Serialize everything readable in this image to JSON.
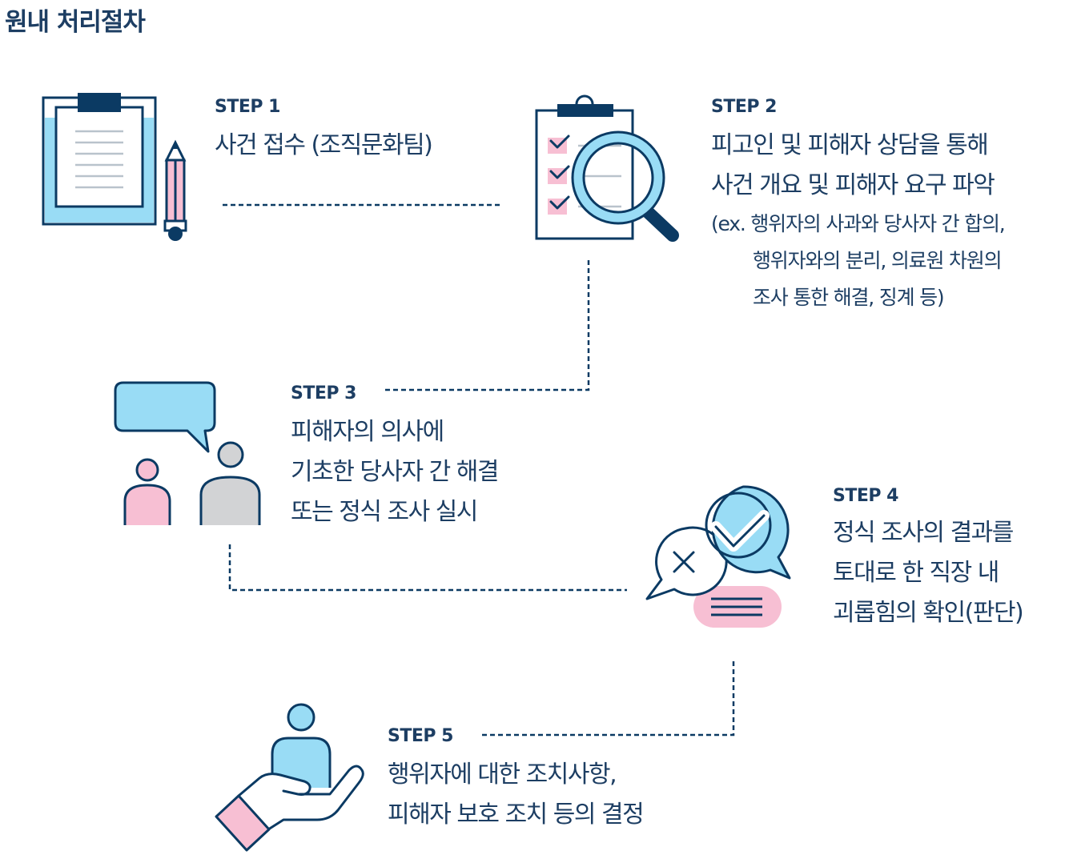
{
  "title": "원내 처리절차",
  "colors": {
    "navy": "#0b3a63",
    "light_blue": "#99dcf5",
    "pink": "#f7bfd3",
    "gray": "#d2d3d5"
  },
  "steps": [
    {
      "label": "STEP 1",
      "lines": [
        "사건 접수 (조직문화팀)"
      ],
      "icon": "clipboard-pencil-icon"
    },
    {
      "label": "STEP 2",
      "lines": [
        "피고인 및 피해자 상담을 통해",
        "사건 개요 및 피해자 요구 파악"
      ],
      "sub_lines": [
        "(ex. 행위자의 사과와 당사자 간 합의,",
        "행위자와의 분리, 의료원 차원의",
        "조사 통한 해결, 징계 등)"
      ],
      "icon": "checklist-magnifier-icon"
    },
    {
      "label": "STEP 3",
      "lines": [
        "피해자의 의사에",
        "기초한 당사자 간 해결",
        "또는 정식 조사 실시"
      ],
      "icon": "two-people-speech-icon"
    },
    {
      "label": "STEP 4",
      "lines": [
        "정식 조사의 결과를",
        "토대로 한 직장 내",
        "괴롭힘의 확인(판단)"
      ],
      "icon": "check-cross-bubbles-icon"
    },
    {
      "label": "STEP 5",
      "lines": [
        "행위자에 대한 조치사항,",
        "피해자 보호 조치 등의 결정"
      ],
      "icon": "hand-person-icon"
    }
  ]
}
